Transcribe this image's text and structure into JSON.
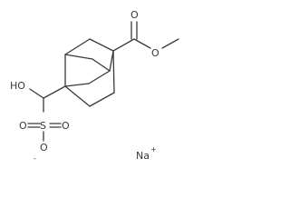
{
  "molecule": {
    "atoms": {
      "carbonyl_o": "O",
      "ester_o": "O",
      "hydroxyl": "HO",
      "sulfur": "S",
      "sulfonyl_o_left": "O",
      "sulfonyl_o_right": "O",
      "sulfonate_o": "O",
      "sulfonate_charge": "-",
      "sodium": "Na",
      "sodium_charge": "+"
    }
  }
}
